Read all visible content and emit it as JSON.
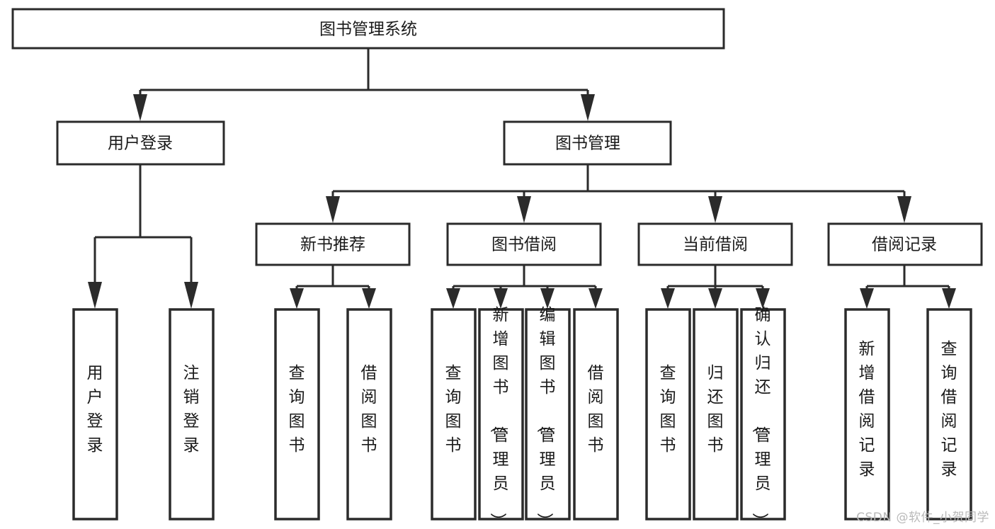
{
  "diagram": {
    "type": "tree",
    "title": "图书管理系统",
    "orientation": "top-down",
    "watermark": "CSDN @软件_小贺同学",
    "colors": {
      "stroke": "#2b2b2b",
      "fill": "#ffffff",
      "text": "#1a1a1a",
      "watermark": "#b9b9b9"
    },
    "root": {
      "label": "图书管理系统"
    },
    "level2": [
      {
        "label": "用户登录"
      },
      {
        "label": "图书管理"
      }
    ],
    "level3": [
      {
        "label": "新书推荐"
      },
      {
        "label": "图书借阅"
      },
      {
        "label": "当前借阅"
      },
      {
        "label": "借阅记录"
      }
    ],
    "leaves": {
      "user_login": [
        {
          "label": "用户登录"
        },
        {
          "label": "注销登录"
        }
      ],
      "new_book_recommend": [
        {
          "label": "查询图书"
        },
        {
          "label": "借阅图书"
        }
      ],
      "book_borrow": [
        {
          "label": "查询图书"
        },
        {
          "label": "新增图书（管理员）"
        },
        {
          "label": "编辑图书（管理员）"
        },
        {
          "label": "借阅图书"
        }
      ],
      "current_borrow": [
        {
          "label": "查询图书"
        },
        {
          "label": "归还图书"
        },
        {
          "label": "确认归还（管理员）"
        }
      ],
      "borrow_record": [
        {
          "label": "新增借阅记录"
        },
        {
          "label": "查询借阅记录"
        }
      ]
    }
  }
}
